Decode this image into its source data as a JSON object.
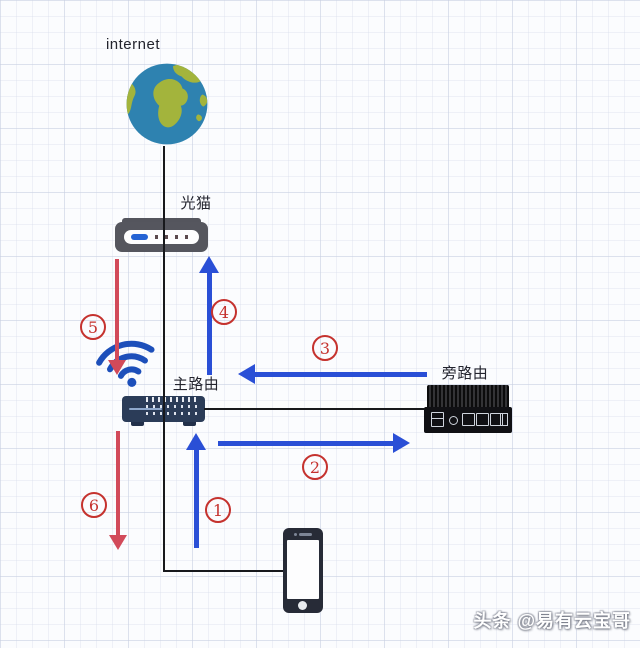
{
  "diagram": {
    "nodes": {
      "internet": {
        "icon": "globe-icon",
        "label": "internet"
      },
      "modem": {
        "icon": "modem-icon",
        "label": "光猫"
      },
      "main_router": {
        "icon": "router-icon",
        "label": "主路由"
      },
      "side_router": {
        "icon": "mini-pc-icon",
        "label": "旁路由"
      },
      "phone": {
        "icon": "smartphone-icon",
        "label": ""
      },
      "wifi": {
        "icon": "wifi-icon",
        "label": ""
      }
    },
    "steps": [
      "1",
      "2",
      "3",
      "4",
      "5",
      "6"
    ],
    "watermark": "头条 @易有云宝哥",
    "colors": {
      "blue_arrow": "#2a4fd6",
      "red_arrow": "#d24a5a",
      "badge": "#c5322e",
      "line": "#17181c",
      "globe_ocean": "#2e82b0",
      "globe_land": "#a3b43c",
      "wifi": "#1d4fba"
    }
  }
}
